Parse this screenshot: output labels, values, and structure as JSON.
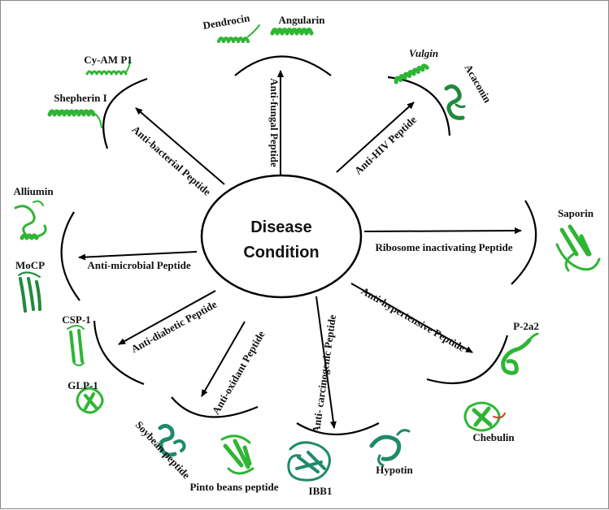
{
  "colors": {
    "protein": "#2fb534",
    "protein_dark": "#1f8a3b",
    "protein_teal": "#1f8a6a",
    "line": "#000000"
  },
  "center": {
    "line1": "Disease",
    "line2": "Condition"
  },
  "categories": {
    "antifungal": "Anti-fungal Peptide",
    "antibacterial": "Anti-bacterial Peptide",
    "antihiv": "Anti-HIV Peptide",
    "antimicrobial": "Anti-microbial Peptide",
    "ribosome": "Ribosome inactivating  Peptide",
    "antidiabetic": "Anti-diabetic Peptide",
    "antioxidant": "Anti-oxidant Peptide",
    "anticarcinogenic": "Anti- carcinogenic Peptide",
    "antihypertensive": "Anti-hypertensive Peptide"
  },
  "proteins": {
    "dendrocin": "Dendrocin",
    "angularin": "Angularin",
    "cyam": "Cy-AM P1",
    "shepherin": "Shepherin  I",
    "vulgin": "Vulgin",
    "acaconin": "Acaconin",
    "alliumin": "Alliumin",
    "mocp": "MoCP",
    "saporin": "Saporin",
    "csp1": "CSP-1",
    "glp1": "GLP-1",
    "p2a2": "P-2a2",
    "chebulin": "Chebulin",
    "soybean": "Soybean peptide",
    "pinto": "Pinto  beans peptide",
    "ibb1": "IBB1",
    "hypotin": "Hypotin"
  }
}
